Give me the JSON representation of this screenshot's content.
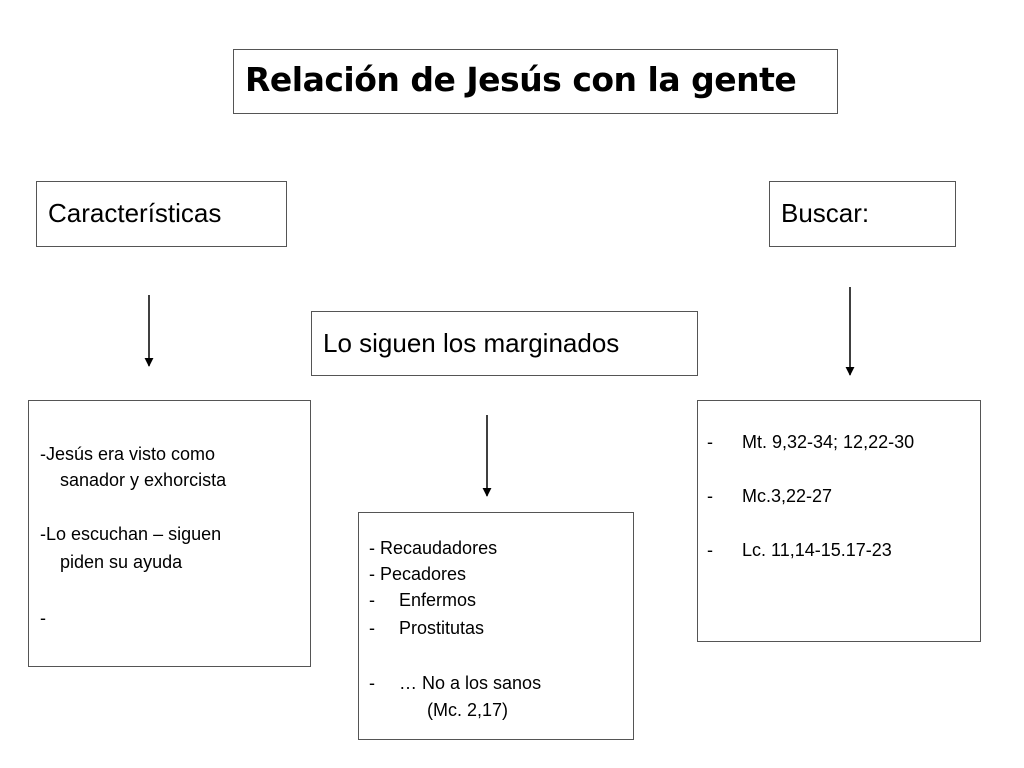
{
  "title": "Relación de Jesús con la gente",
  "boxes": {
    "caracteristicas": "Características",
    "buscar": "Buscar:",
    "marginados": "Lo siguen los marginados"
  },
  "left_list": {
    "l1": "-Jesús era visto como",
    "l2": "sanador y exhorcista",
    "l3": "-Lo escuchan – siguen",
    "l4": "piden su ayuda",
    "l5": "-"
  },
  "mid_list": {
    "l1": "- Recaudadores",
    "l2": "- Pecadores",
    "l3_dash": "-",
    "l3": "Enfermos",
    "l4_dash": "-",
    "l4": "Prostitutas",
    "l5_dash": "-",
    "l5": "… No a los sanos",
    "l6": "(Mc. 2,17)"
  },
  "right_list": {
    "r1_dash": "-",
    "r1": "Mt. 9,32-34; 12,22-30",
    "r2_dash": "-",
    "r2": "Mc.3,22-27",
    "r3_dash": "-",
    "r3": "Lc. 11,14-15.17-23"
  },
  "colors": {
    "border": "#555555",
    "text": "#000000",
    "background": "#ffffff"
  }
}
